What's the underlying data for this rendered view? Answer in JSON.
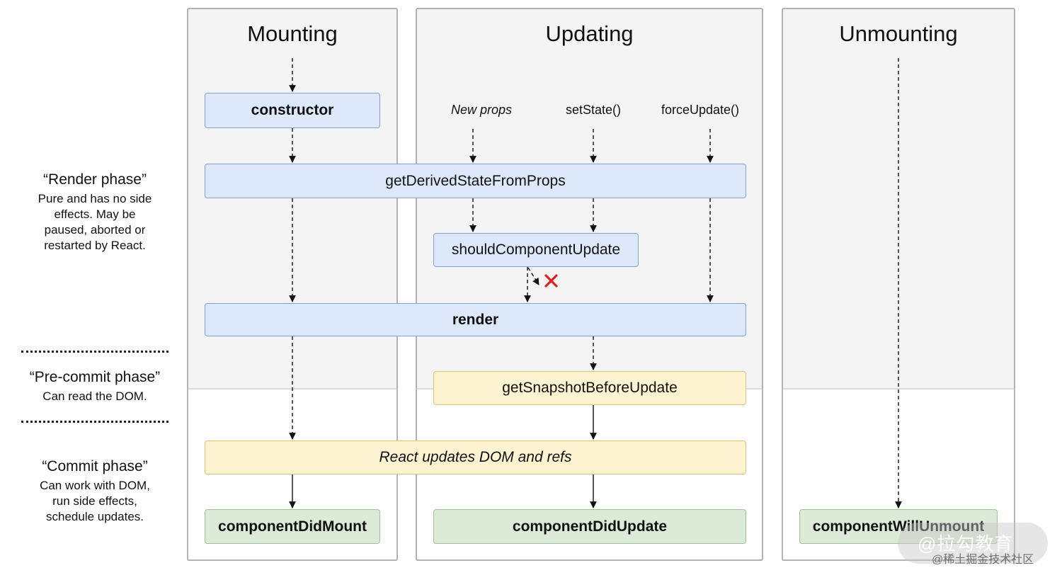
{
  "columns": {
    "mounting": "Mounting",
    "updating": "Updating",
    "unmounting": "Unmounting"
  },
  "triggers": {
    "new_props": "New props",
    "set_state": "setState()",
    "force_update": "forceUpdate()"
  },
  "boxes": {
    "constructor": "constructor",
    "get_derived_state": "getDerivedStateFromProps",
    "should_update": "shouldComponentUpdate",
    "render": "render",
    "get_snapshot": "getSnapshotBeforeUpdate",
    "react_updates": "React updates DOM and refs",
    "did_mount": "componentDidMount",
    "did_update": "componentDidUpdate",
    "will_unmount": "componentWillUnmount"
  },
  "phases": {
    "render": {
      "title": "“Render phase”",
      "desc_lines": [
        "Pure and has no side",
        "effects. May be",
        "paused, aborted or",
        "restarted by React."
      ]
    },
    "precommit": {
      "title": "“Pre-commit phase”",
      "desc_lines": [
        "Can read the DOM."
      ]
    },
    "commit": {
      "title": "“Commit phase”",
      "desc_lines": [
        "Can work with DOM,",
        "run side effects,",
        "schedule updates."
      ]
    }
  },
  "watermark": {
    "logo_text": "@拉勾教育",
    "site_text": "@稀土掘金技术社区"
  },
  "colors": {
    "blue_fill": "#dde9fb",
    "blue_border": "#7da1d8",
    "yellow_fill": "#fdf3d0",
    "yellow_border": "#ddc27a",
    "green_fill": "#dcebd8",
    "green_border": "#9dc293",
    "cancel_mark": "#e0201f"
  }
}
